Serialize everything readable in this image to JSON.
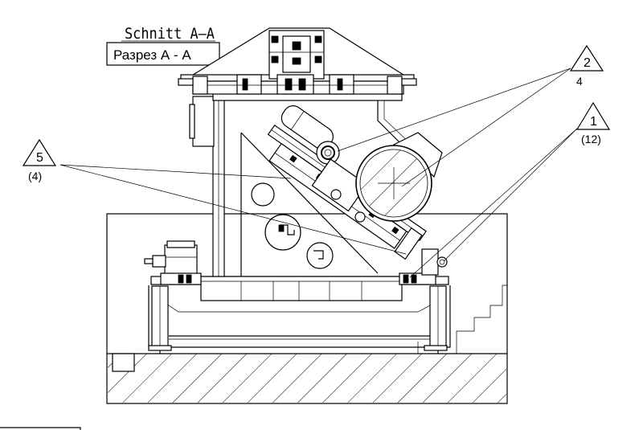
{
  "title_de": "Schnitt A–A",
  "title_ru": "Разрез А - А",
  "callouts": [
    {
      "id": "2",
      "sub": "4"
    },
    {
      "id": "1",
      "sub": "(12)"
    },
    {
      "id": "5",
      "sub": "(4)"
    }
  ]
}
